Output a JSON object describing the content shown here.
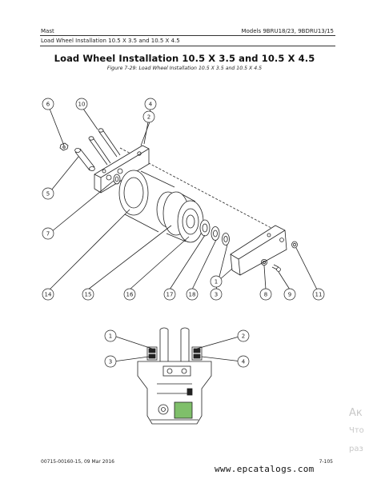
{
  "header": {
    "section": "Mast",
    "models": "Models 9BRU18/23, 9BDRU13/15",
    "subtitle": "Load Wheel Installation 10.5 X 3.5 and 10.5 X 4.5"
  },
  "title": "Load Wheel Installation 10.5 X 3.5 and 10.5 X 4.5",
  "figure_caption": "Figure 7-29: Load Wheel Installation 10.5 X 3.5 and 10.5 X 4.5",
  "callouts": {
    "c6": "6",
    "c10": "10",
    "c4": "4",
    "c2": "2",
    "c5": "5",
    "c7": "7",
    "c14": "14",
    "c15": "15",
    "c16": "16",
    "c17": "17",
    "c18": "18",
    "c3": "3",
    "c1": "1",
    "c8": "8",
    "c9": "9",
    "c11": "11",
    "d1": "1",
    "d3": "3",
    "d2": "2",
    "d4": "4"
  },
  "footer": {
    "doc_number": "00715-00160-15, 09 Mar 2016",
    "page_number": "7-105"
  },
  "watermark_url": "www.epcatalogs.com",
  "activation_watermark": {
    "line1": "Ак",
    "line2": "Что",
    "line3": "раз"
  },
  "colors": {
    "green_part": "#7fbf6a",
    "ink": "#222222"
  }
}
